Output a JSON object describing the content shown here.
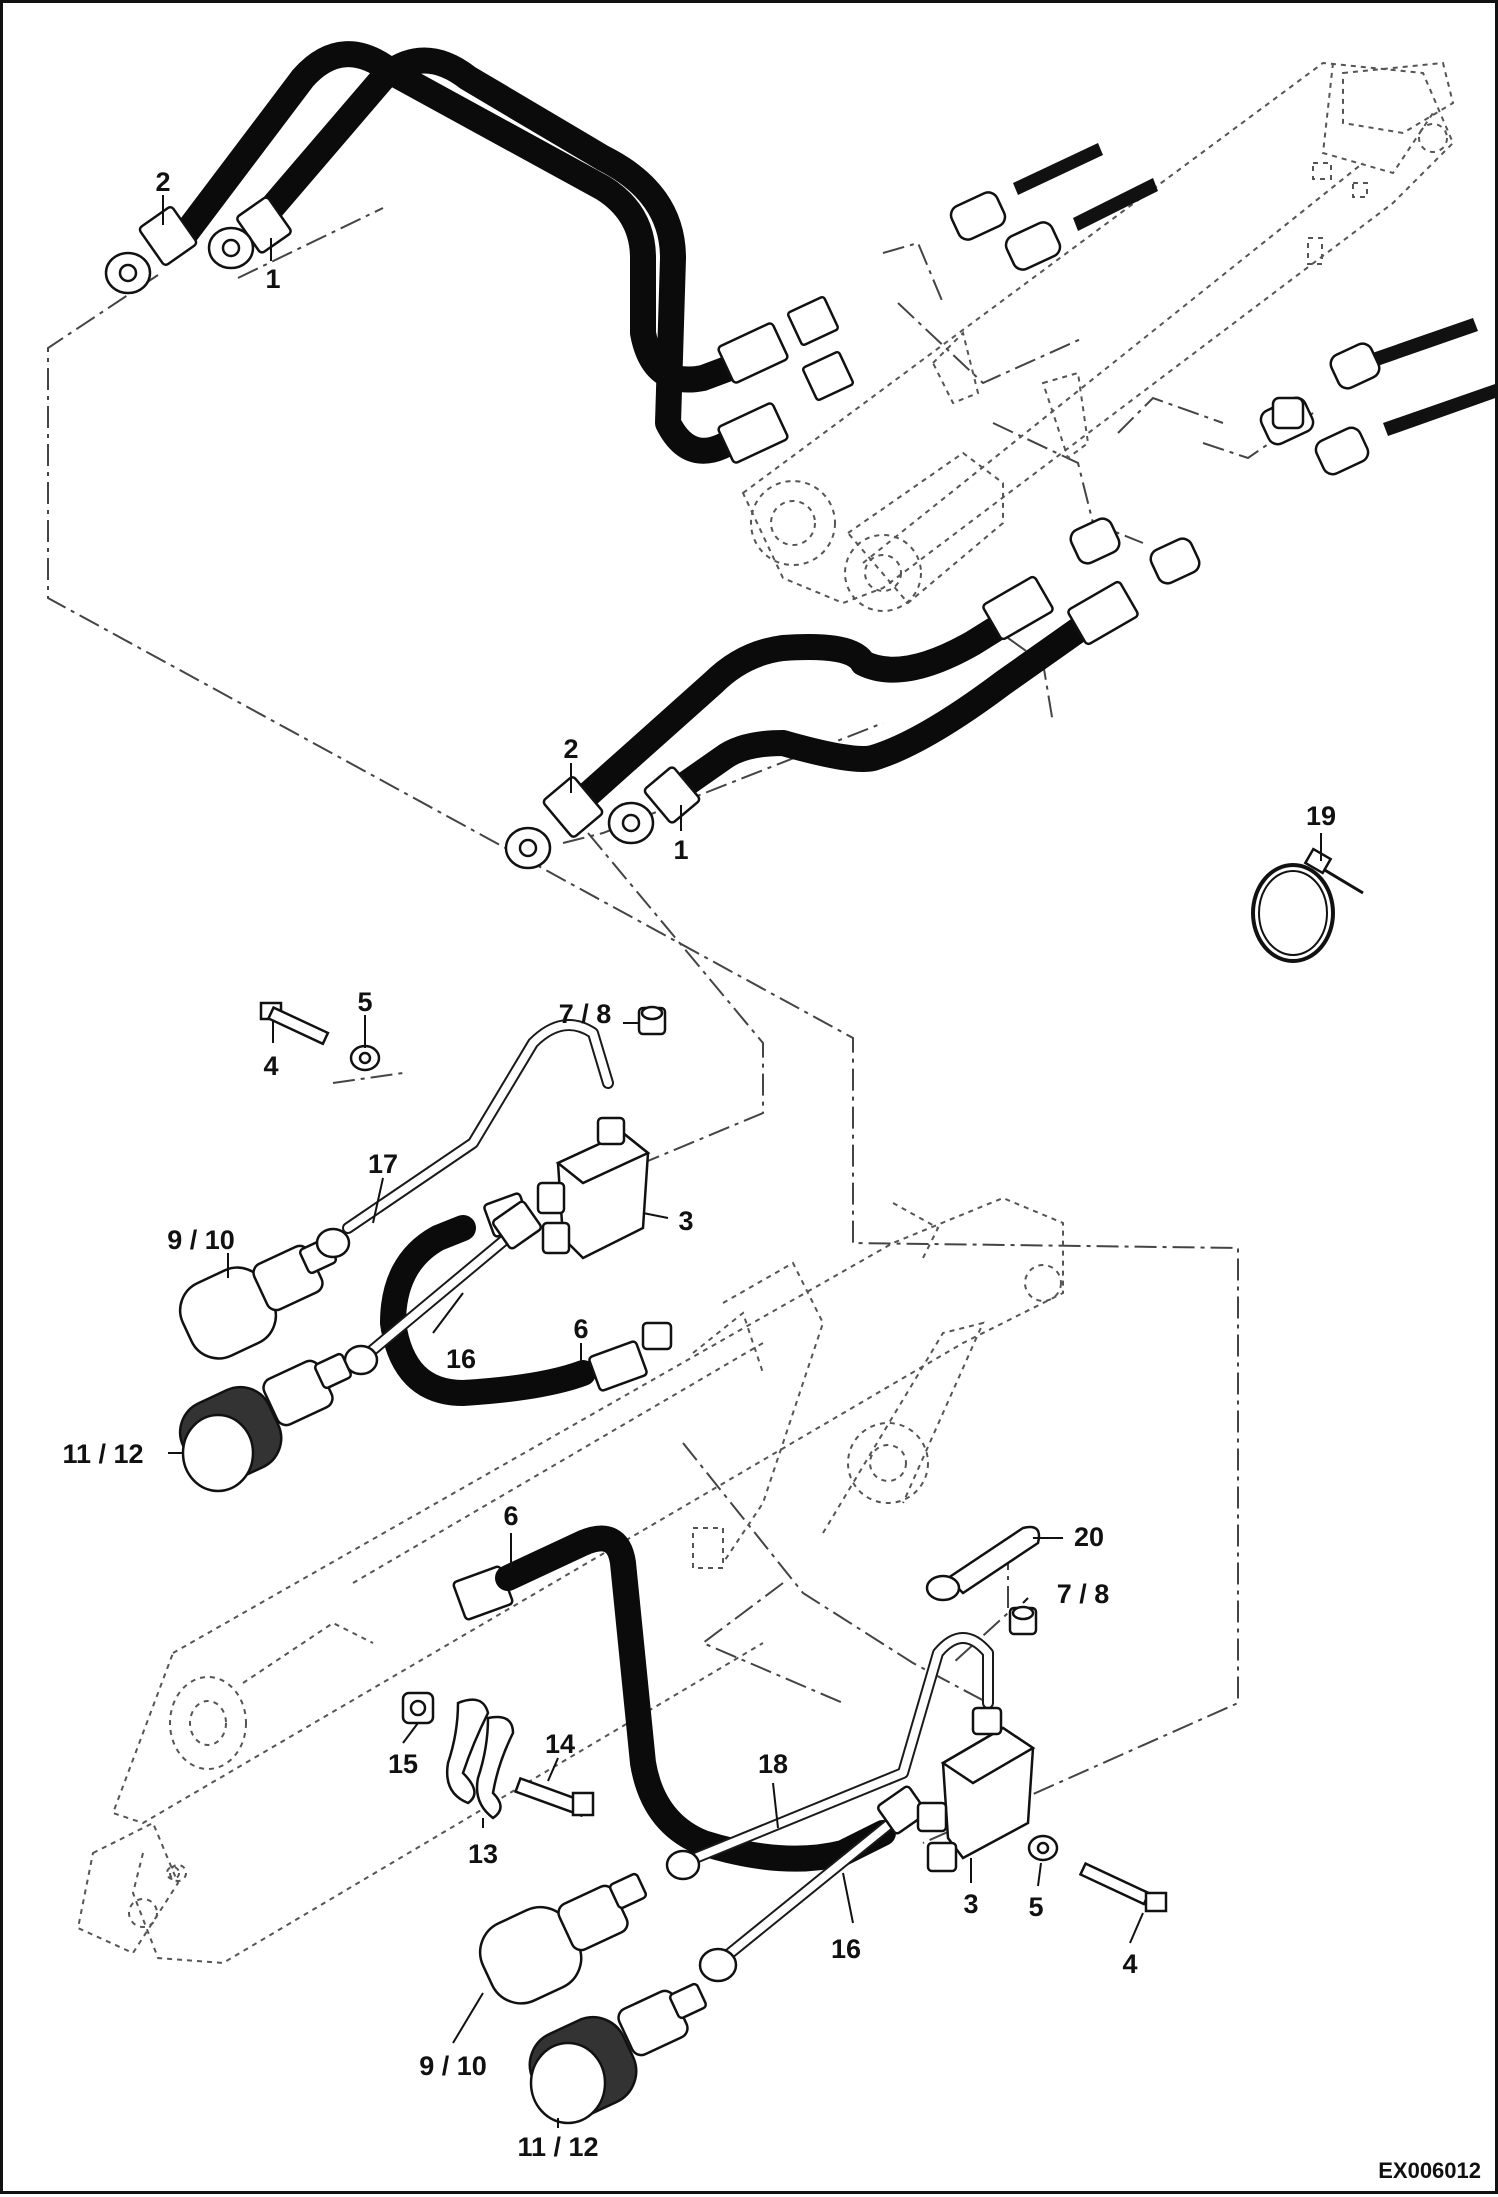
{
  "doc_code": "EX006012",
  "callouts": [
    {
      "id": "c2-top",
      "label": "2"
    },
    {
      "id": "c1-top",
      "label": "1"
    },
    {
      "id": "c2-mid",
      "label": "2"
    },
    {
      "id": "c1-mid",
      "label": "1"
    },
    {
      "id": "c19",
      "label": "19"
    },
    {
      "id": "c5-a",
      "label": "5"
    },
    {
      "id": "c4-a",
      "label": "4"
    },
    {
      "id": "c78-a",
      "label": "7 / 8"
    },
    {
      "id": "c17",
      "label": "17"
    },
    {
      "id": "c3-a",
      "label": "3"
    },
    {
      "id": "c910-a",
      "label": "9 / 10"
    },
    {
      "id": "c16-a",
      "label": "16"
    },
    {
      "id": "c6-a",
      "label": "6"
    },
    {
      "id": "c1112-a",
      "label": "11 / 12"
    },
    {
      "id": "c6-b",
      "label": "6"
    },
    {
      "id": "c20",
      "label": "20"
    },
    {
      "id": "c78-b",
      "label": "7 / 8"
    },
    {
      "id": "c14",
      "label": "14"
    },
    {
      "id": "c15",
      "label": "15"
    },
    {
      "id": "c13",
      "label": "13"
    },
    {
      "id": "c18",
      "label": "18"
    },
    {
      "id": "c3-b",
      "label": "3"
    },
    {
      "id": "c5-b",
      "label": "5"
    },
    {
      "id": "c4-b",
      "label": "4"
    },
    {
      "id": "c16-b",
      "label": "16"
    },
    {
      "id": "c910-b",
      "label": "9   / 10"
    },
    {
      "id": "c1112-b",
      "label": "11  / 12"
    }
  ],
  "colors": {
    "hose": "#0b0b0b",
    "line": "#111111",
    "background": "#ffffff"
  }
}
